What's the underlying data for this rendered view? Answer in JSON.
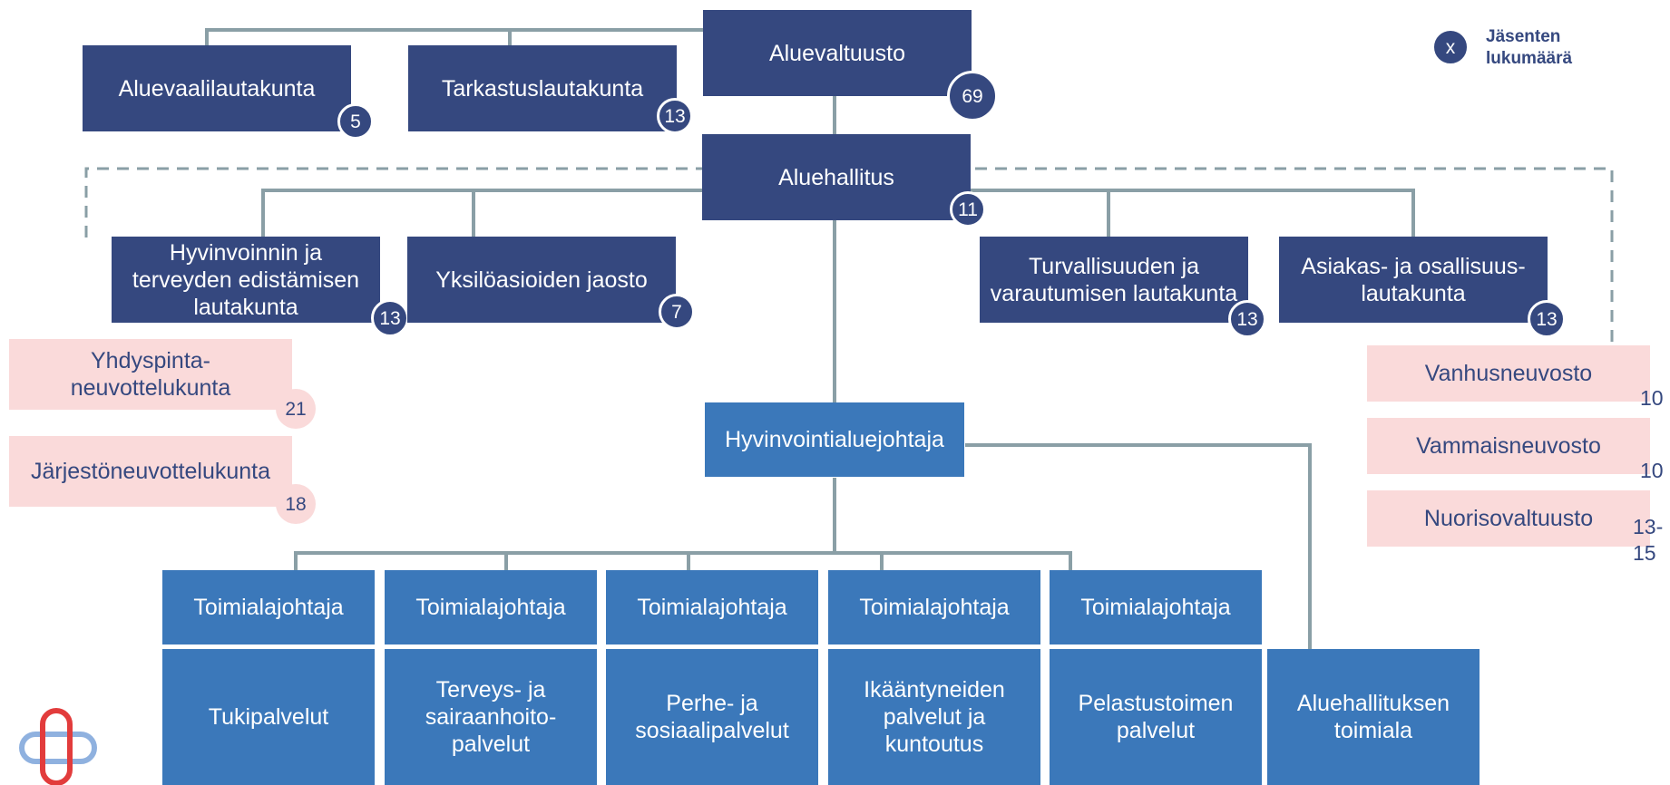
{
  "legend": {
    "symbol": "x",
    "text": "Jäsenten lukumäärä"
  },
  "council": {
    "label": "Aluevaltuusto",
    "members": "69"
  },
  "election_board": {
    "label": "Aluevaalilautakunta",
    "members": "5"
  },
  "audit_board": {
    "label": "Tarkastuslautakunta",
    "members": "13"
  },
  "board": {
    "label": "Aluehallitus",
    "members": "11"
  },
  "committees": [
    {
      "label": "Hyvinvoinnin ja terveyden edistämisen lautakunta",
      "members": "13"
    },
    {
      "label": "Yksilöasioiden jaosto",
      "members": "7"
    },
    {
      "label": "Turvallisuuden ja varautumisen lautakunta",
      "members": "13"
    },
    {
      "label": "Asiakas- ja osallisuus-lautakunta",
      "members": "13"
    }
  ],
  "negotiation_bodies": [
    {
      "label": "Yhdyspinta-neuvottelukunta",
      "members": "21"
    },
    {
      "label": "Järjestöneuvottelukunta",
      "members": "18"
    }
  ],
  "councils": [
    {
      "label": "Vanhusneuvosto",
      "members": "10"
    },
    {
      "label": "Vammaisneuvosto",
      "members": "10"
    },
    {
      "label": "Nuorisovaltuusto",
      "members": "13-15"
    }
  ],
  "director": {
    "label": "Hyvinvointialuejohtaja"
  },
  "division_directors": [
    {
      "label": "Toimialajohtaja"
    },
    {
      "label": "Toimialajohtaja"
    },
    {
      "label": "Toimialajohtaja"
    },
    {
      "label": "Toimialajohtaja"
    },
    {
      "label": "Toimialajohtaja"
    }
  ],
  "divisions": [
    {
      "label": "Tukipalvelut"
    },
    {
      "label": "Terveys- ja sairaanhoito-palvelut"
    },
    {
      "label": "Perhe- ja sosiaalipalvelut"
    },
    {
      "label": "Ikääntyneiden palvelut ja kuntoutus"
    },
    {
      "label": "Pelastustoimen palvelut"
    },
    {
      "label": "Aluehallituksen toimiala"
    }
  ]
}
